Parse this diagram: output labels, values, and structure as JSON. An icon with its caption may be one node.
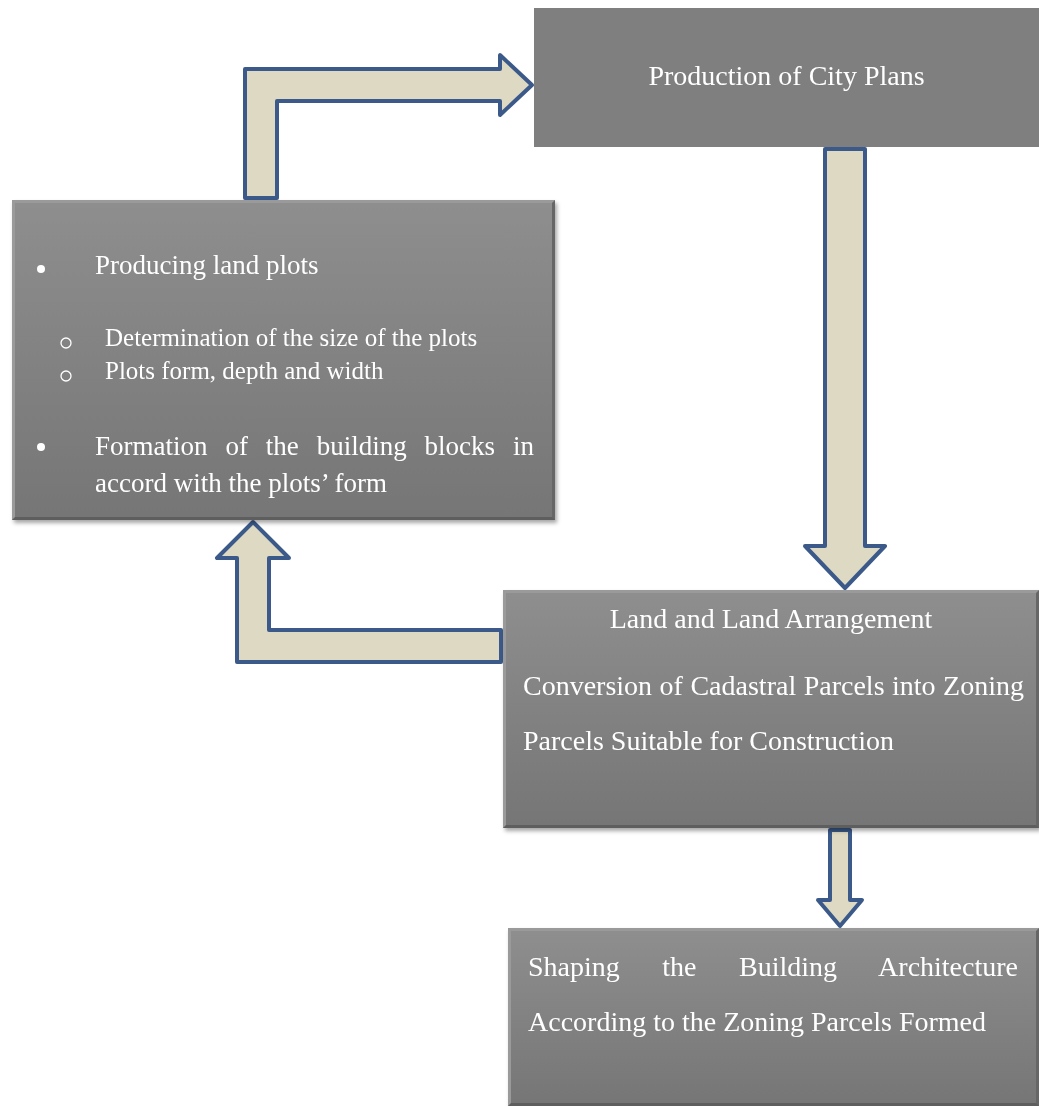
{
  "diagram": {
    "nodes": [
      {
        "text": [
          "Production of City Plans"
        ]
      },
      {
        "text": [
          "Producing land plots",
          "Determination of the size of the plots",
          "Plots form, depth and width",
          "Formation of the building blocks in accord with the plots’ form"
        ]
      },
      {
        "text": [
          "Land and Land Arrangement",
          "Conversion of Cadastral Parcels into Zoning Parcels Suitable for Construction"
        ]
      },
      {
        "text": [
          "Shaping the Building Architecture According to the Zoning Parcels Formed"
        ]
      }
    ],
    "edges": [
      {
        "from": 1,
        "to": 0,
        "arrow": "to"
      },
      {
        "from": 0,
        "to": 2,
        "arrow": "to"
      },
      {
        "from": 2,
        "to": 1,
        "arrow": "to"
      },
      {
        "from": 2,
        "to": 3,
        "arrow": "to"
      }
    ]
  }
}
